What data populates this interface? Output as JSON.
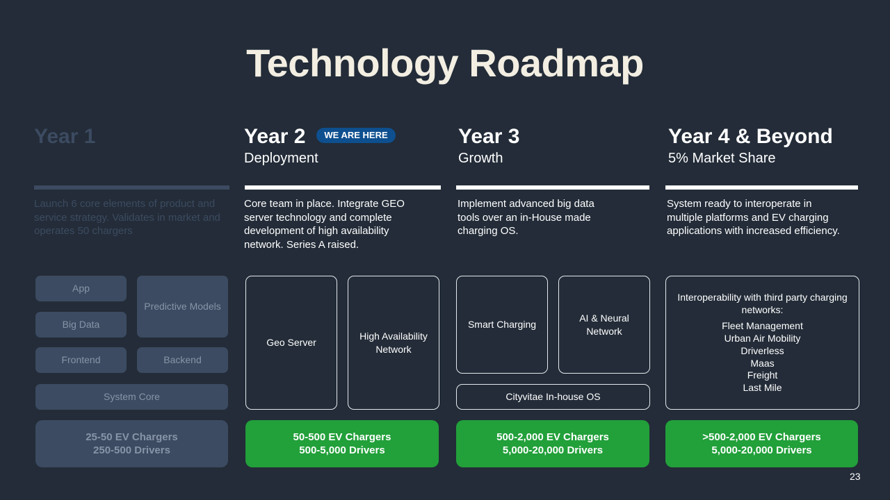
{
  "title": "Technology Roadmap",
  "badge": "WE ARE HERE",
  "page_number": "23",
  "colors": {
    "background": "#232c38",
    "title": "#f3eee2",
    "dim_text": "#3c4b61",
    "dim_fill": "#3c4b61",
    "green": "#22a03a",
    "badge": "#0e4f8f"
  },
  "year1": {
    "heading": "Year 1",
    "description": "Launch 6 core elements of product and service strategy. Validates in market and operates 50 chargers",
    "boxes": {
      "app": "App",
      "big_data": "Big Data",
      "predictive": "Predictive Models",
      "frontend": "Frontend",
      "backend": "Backend",
      "system_core": "System Core"
    },
    "metric": {
      "line1": "25-50 EV Chargers",
      "line2": "250-500 Drivers"
    }
  },
  "year2": {
    "heading": "Year 2",
    "subtitle": "Deployment",
    "description": "Core team in place. Integrate GEO server technology and complete development of high availability network. Series A raised.",
    "boxes": {
      "geo": "Geo Server",
      "ha": "High Availability Network"
    },
    "metric": {
      "line1": "50-500 EV Chargers",
      "line2": "500-5,000 Drivers"
    }
  },
  "year3": {
    "heading": "Year 3",
    "subtitle": "Growth",
    "description": "Implement advanced big data tools over an in-House made charging OS.",
    "boxes": {
      "smart": "Smart Charging",
      "ai": "AI & Neural Network",
      "os": "Cityvitae In-house OS"
    },
    "metric": {
      "line1": "500-2,000  EV Chargers",
      "line2": "5,000-20,000 Drivers"
    }
  },
  "year4": {
    "heading": "Year 4 & Beyond",
    "subtitle": "5% Market Share",
    "description": "System ready to interoperate in multiple platforms and EV charging applications with increased efficiency.",
    "interop_lead": "Interoperability with third party charging networks:",
    "interop_items": [
      "Fleet Management",
      "Urban Air Mobility",
      "Driverless",
      "Maas",
      "Freight",
      "Last Mile"
    ],
    "metric": {
      "line1": ">500-2,000  EV Chargers",
      "line2": "5,000-20,000 Drivers"
    }
  }
}
